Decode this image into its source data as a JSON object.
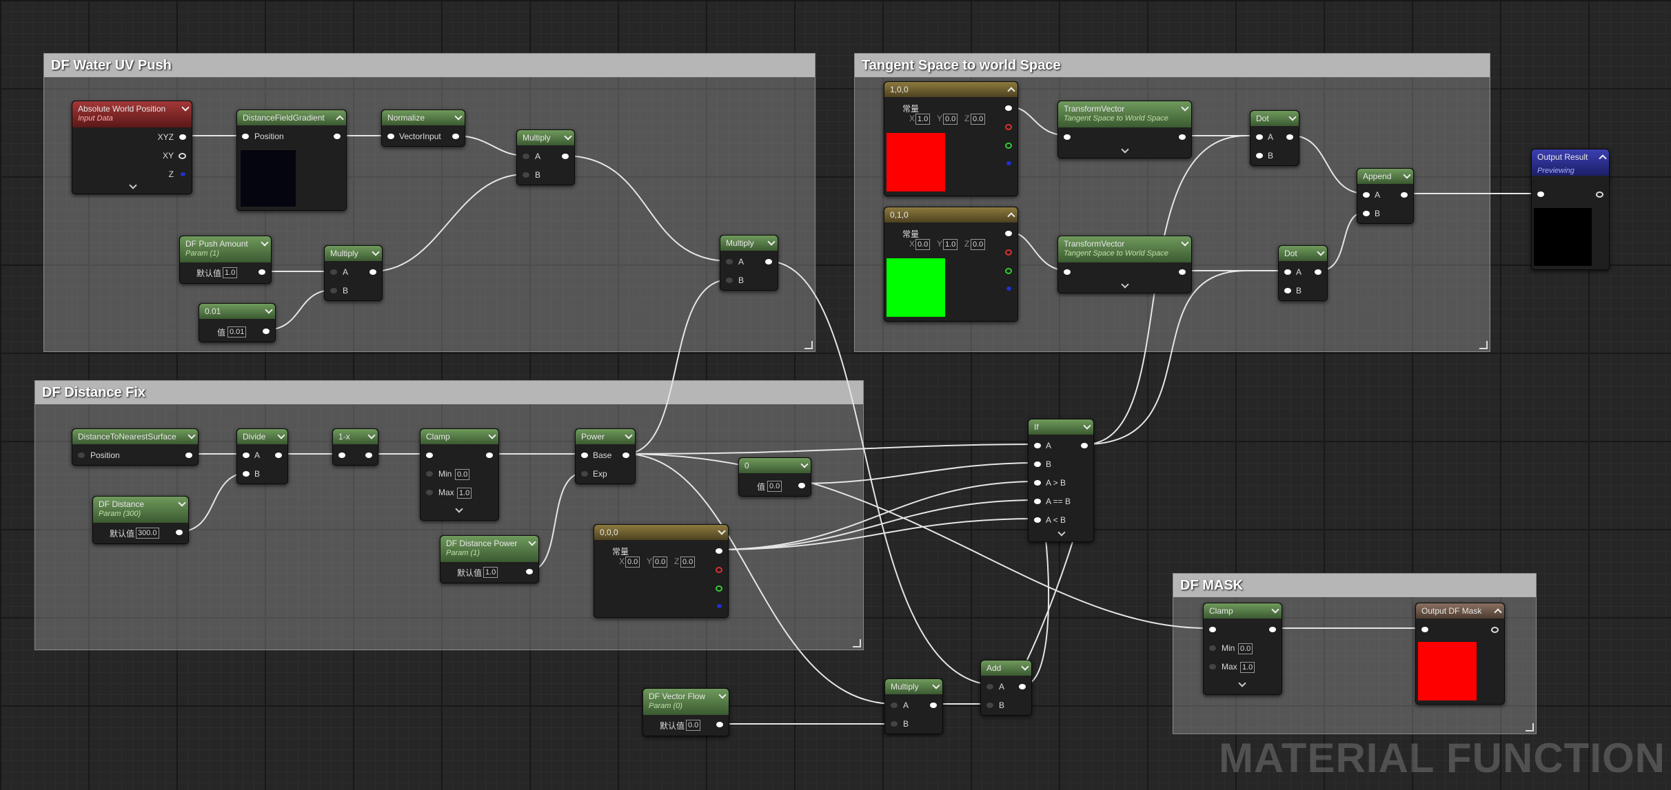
{
  "comments": {
    "water": "DF Water UV Push",
    "tangent": "Tangent Space to world Space",
    "distance": "DF Distance Fix",
    "mask": "DF MASK"
  },
  "watermark": "MATERIAL FUNCTION",
  "labels": {
    "default_value": "默认值",
    "value": "值",
    "constant": "常量",
    "x": "X",
    "y": "Y",
    "z": "Z",
    "a": "A",
    "b": "B",
    "xyz": "XYZ",
    "xy": "XY",
    "position": "Position",
    "vector_input": "VectorInput",
    "base": "Base",
    "exp": "Exp",
    "min": "Min",
    "max": "Max",
    "a_gt_b": "A > B",
    "a_eq_b": "A == B",
    "a_lt_b": "A < B"
  },
  "nodes": {
    "abs_world_pos": {
      "title": "Absolute World Position",
      "subtitle": "Input Data"
    },
    "df_gradient": {
      "title": "DistanceFieldGradient"
    },
    "normalize": {
      "title": "Normalize"
    },
    "multiply1": {
      "title": "Multiply"
    },
    "df_push_amount": {
      "title": "DF Push Amount",
      "subtitle": "Param (1)",
      "value": "1.0"
    },
    "multiply2": {
      "title": "Multiply"
    },
    "const_001": {
      "title": "0.01",
      "value": "0.01"
    },
    "multiply3": {
      "title": "Multiply"
    },
    "vec_100": {
      "title": "1,0,0",
      "x": "1.0",
      "y": "0.0",
      "z": "0.0"
    },
    "vec_010": {
      "title": "0,1,0",
      "x": "0.0",
      "y": "1.0",
      "z": "0.0"
    },
    "transform1": {
      "title": "TransformVector",
      "subtitle": "Tangent Space to World Space"
    },
    "transform2": {
      "title": "TransformVector",
      "subtitle": "Tangent Space to World Space"
    },
    "dot1": {
      "title": "Dot"
    },
    "dot2": {
      "title": "Dot"
    },
    "append": {
      "title": "Append"
    },
    "output_result": {
      "title": "Output Result",
      "subtitle": "Previewing"
    },
    "dist_surface": {
      "title": "DistanceToNearestSurface"
    },
    "divide": {
      "title": "Divide"
    },
    "one_minus": {
      "title": "1-x"
    },
    "clamp1": {
      "title": "Clamp",
      "min": "0.0",
      "max": "1.0"
    },
    "power": {
      "title": "Power"
    },
    "const_0": {
      "title": "0",
      "value": "0.0"
    },
    "df_distance": {
      "title": "DF Distance",
      "subtitle": "Param (300)",
      "value": "300.0"
    },
    "df_distance_power": {
      "title": "DF Distance Power",
      "subtitle": "Param (1)",
      "value": "1.0"
    },
    "vec_000": {
      "title": "0,0,0",
      "x": "0.0",
      "y": "0.0",
      "z": "0.0"
    },
    "if_node": {
      "title": "If"
    },
    "df_vector_flow": {
      "title": "DF Vector Flow",
      "subtitle": "Param (0)",
      "value": "0.0"
    },
    "multiply4": {
      "title": "Multiply"
    },
    "add": {
      "title": "Add"
    },
    "clamp2": {
      "title": "Clamp",
      "min": "0.0",
      "max": "1.0"
    },
    "output_mask": {
      "title": "Output DF Mask"
    }
  },
  "colors": {
    "swatch_red": "#ff0000",
    "swatch_green": "#00ff00",
    "swatch_dark": "#05050f",
    "swatch_black": "#000000"
  }
}
